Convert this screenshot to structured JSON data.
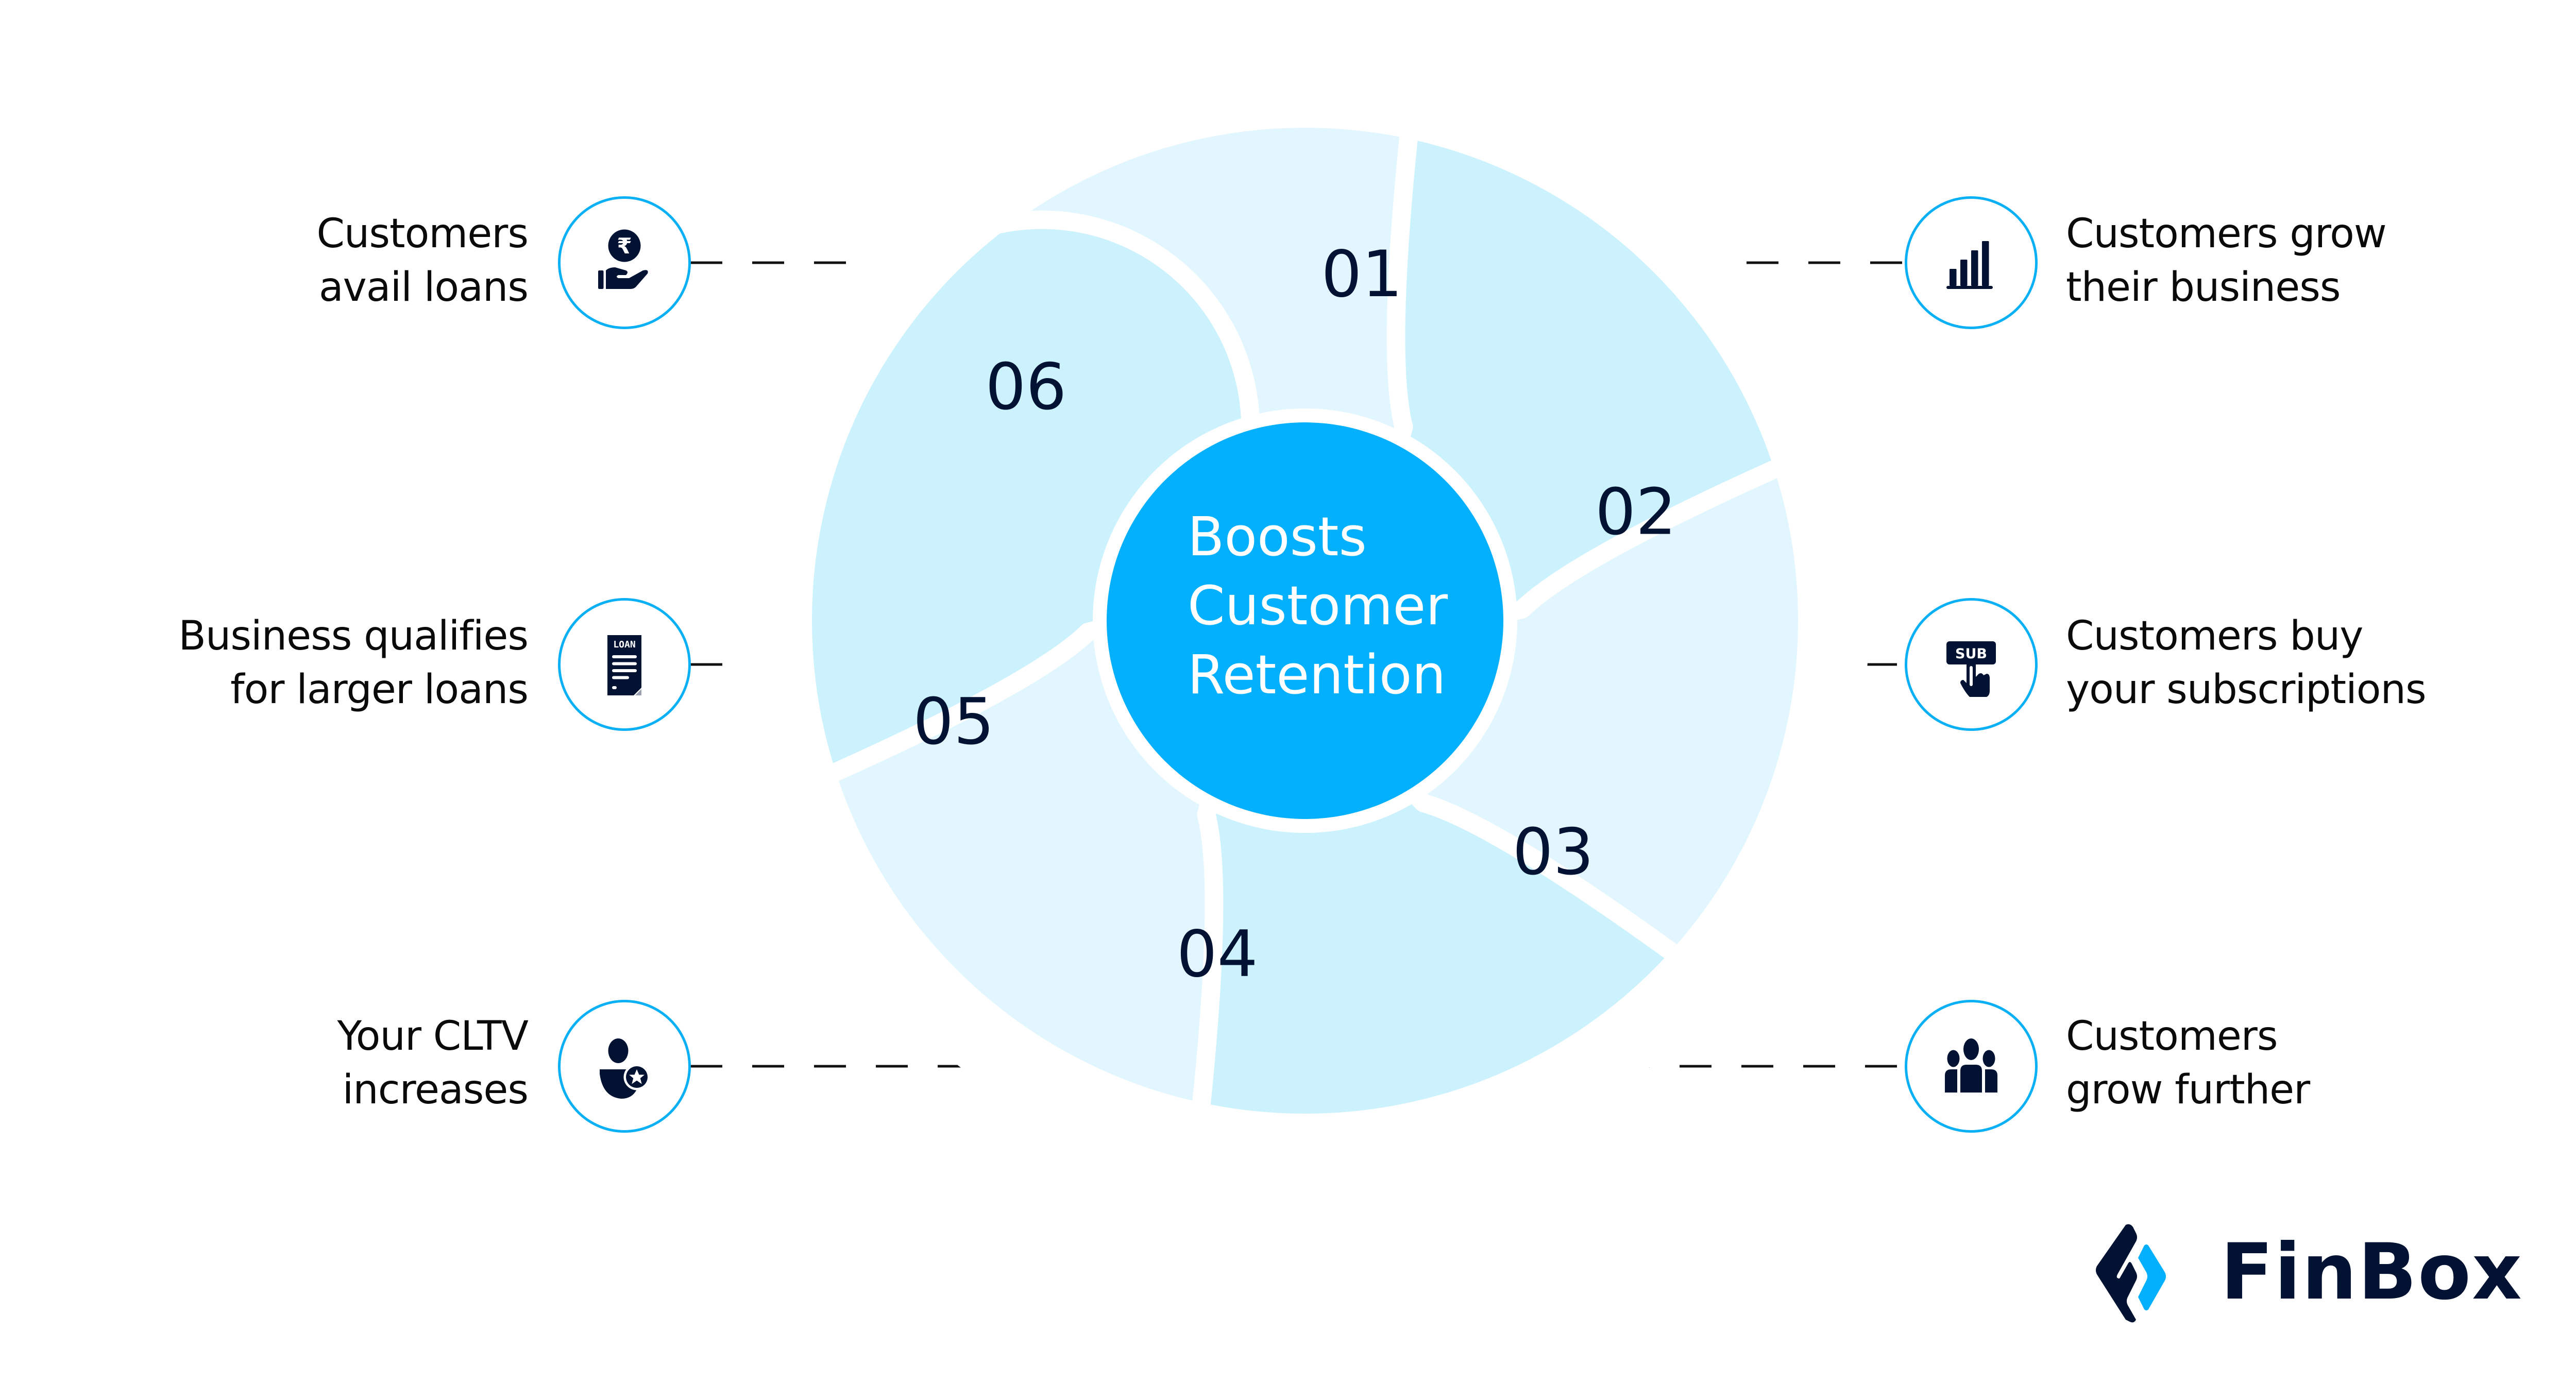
{
  "title": "Boosts Customer Retention",
  "center": {
    "lines": [
      "Boosts",
      "Customer",
      "Retention"
    ],
    "color": "#02B0FE"
  },
  "colors": {
    "petal_light": "#E1F6FE",
    "petal_dark": "#CCF2FE",
    "icon_ring": "#0AB0F5",
    "navy": "#021233",
    "brand_blue": "#02B0FE"
  },
  "steps": [
    {
      "number": "01",
      "label_lines": [
        "Customers",
        "avail loans"
      ],
      "icon": "rupee-hand-icon",
      "side": "left"
    },
    {
      "number": "02",
      "label_lines": [
        "Customers grow",
        "their business"
      ],
      "icon": "bar-chart-icon",
      "side": "right"
    },
    {
      "number": "03",
      "label_lines": [
        "Customers buy",
        "your subscriptions"
      ],
      "icon": "subscribe-click-icon",
      "side": "right"
    },
    {
      "number": "04",
      "label_lines": [
        "Customers",
        "grow further"
      ],
      "icon": "user-group-icon",
      "side": "right"
    },
    {
      "number": "05",
      "label_lines": [
        "Your CLTV",
        "increases"
      ],
      "icon": "user-star-icon",
      "side": "left"
    },
    {
      "number": "06",
      "label_lines": [
        "Business qualifies",
        "for larger loans"
      ],
      "icon": "loan-document-icon",
      "side": "left"
    }
  ],
  "icon_text": {
    "sub": "SUB",
    "loan": "LOAN",
    "rupee": "₹"
  },
  "logo": {
    "name": "FinBox"
  }
}
